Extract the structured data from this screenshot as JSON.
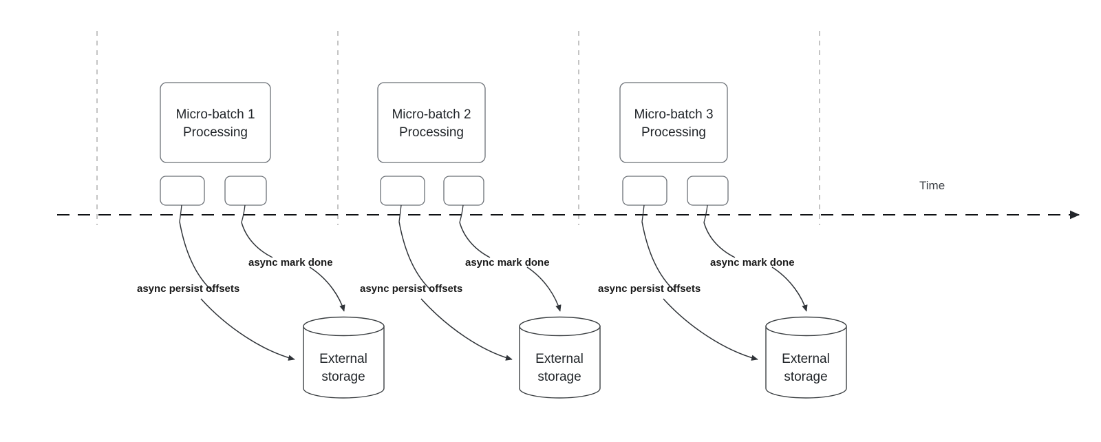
{
  "diagram": {
    "title_axis": "Time",
    "groups": [
      {
        "id": "group-1",
        "process_label_line1": "Micro-batch 1",
        "process_label_line2": "Processing",
        "storage_label_line1": "External",
        "storage_label_line2": "storage",
        "edge_persist_label": "async persist offsets",
        "edge_markdone_label": "async mark done"
      },
      {
        "id": "group-2",
        "process_label_line1": "Micro-batch 2",
        "process_label_line2": "Processing",
        "storage_label_line1": "External",
        "storage_label_line2": "storage",
        "edge_persist_label": "async persist offsets",
        "edge_markdone_label": "async mark done"
      },
      {
        "id": "group-3",
        "process_label_line1": "Micro-batch 3",
        "process_label_line2": "Processing",
        "storage_label_line1": "External",
        "storage_label_line2": "storage",
        "edge_persist_label": "async persist offsets",
        "edge_markdone_label": "async mark done"
      }
    ],
    "colors": {
      "background": "#ffffff",
      "box_stroke": "#6b7076",
      "cylinder_stroke": "#3c4043",
      "arrow_stroke": "#2f3338",
      "timeline_stroke": "#0f1114",
      "guide_stroke": "#b6b6b6",
      "text": "#212529",
      "label_text": "#1a1a1a"
    }
  }
}
